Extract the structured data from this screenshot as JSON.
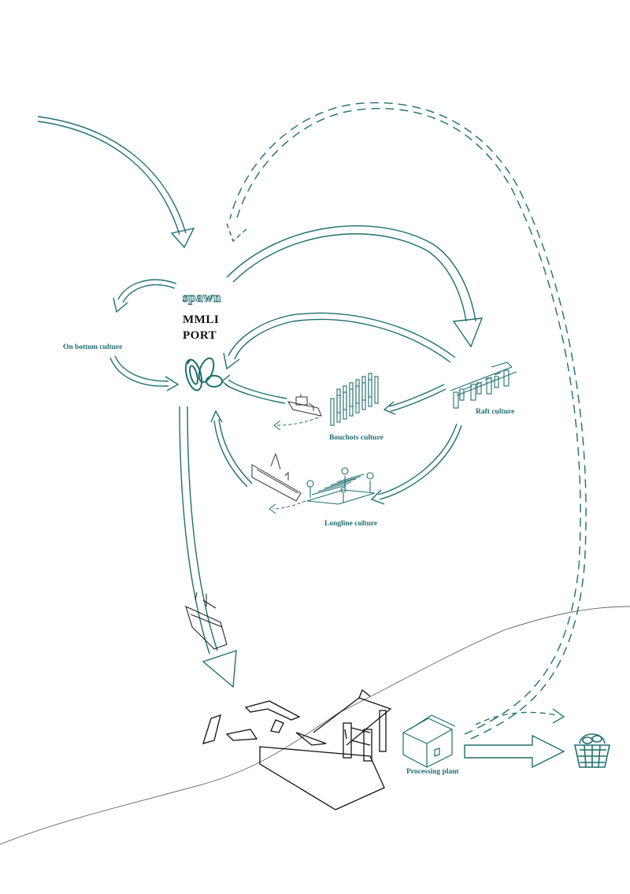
{
  "colors": {
    "teal": "#1f6f6f",
    "ink": "#111111",
    "coast": "#666666"
  },
  "labels": {
    "spawn": "spawn",
    "port_line1": "MMLI",
    "port_line2": "PORT",
    "on_bottom": "On bottom culture",
    "raft": "Raft  culture",
    "bouchots": "Bouchots culture",
    "longline": "Longline culture",
    "processing": "Processing plant"
  },
  "icons": [
    "mussel-cluster-icon",
    "mussel-basket-icon",
    "fishing-boat-icon",
    "harvest-boat-icon",
    "trawler-icon",
    "container-crane-icon",
    "processing-plant-icon",
    "raft-structure-icon",
    "bouchot-poles-icon",
    "longline-buoys-icon"
  ]
}
